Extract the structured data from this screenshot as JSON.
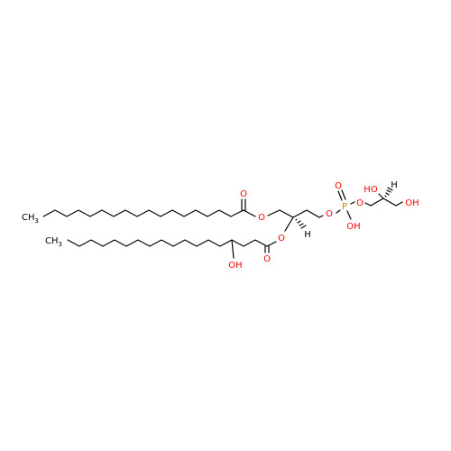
{
  "molecule": {
    "atoms": {
      "ch3_top": "CH3",
      "ch3_bottom": "CH3",
      "ester_o_top": "O",
      "carbonyl_o_top": "O",
      "ester_o_bottom": "O",
      "carbonyl_o_bottom": "O",
      "hydroxyl_chain": "OH",
      "chiral_h_glycerol": "H",
      "phosphate_o_left": "O",
      "phosphate_p": "P",
      "phosphate_o_double": "O",
      "phosphate_oh": "OH",
      "phosphate_o_right": "O",
      "head_oh_top": "HO",
      "chiral_h_head": "H",
      "head_oh_right": "OH"
    },
    "colors": {
      "carbon": "#000000",
      "oxygen": "#ff0000",
      "phosphorus": "#e07b00"
    }
  }
}
